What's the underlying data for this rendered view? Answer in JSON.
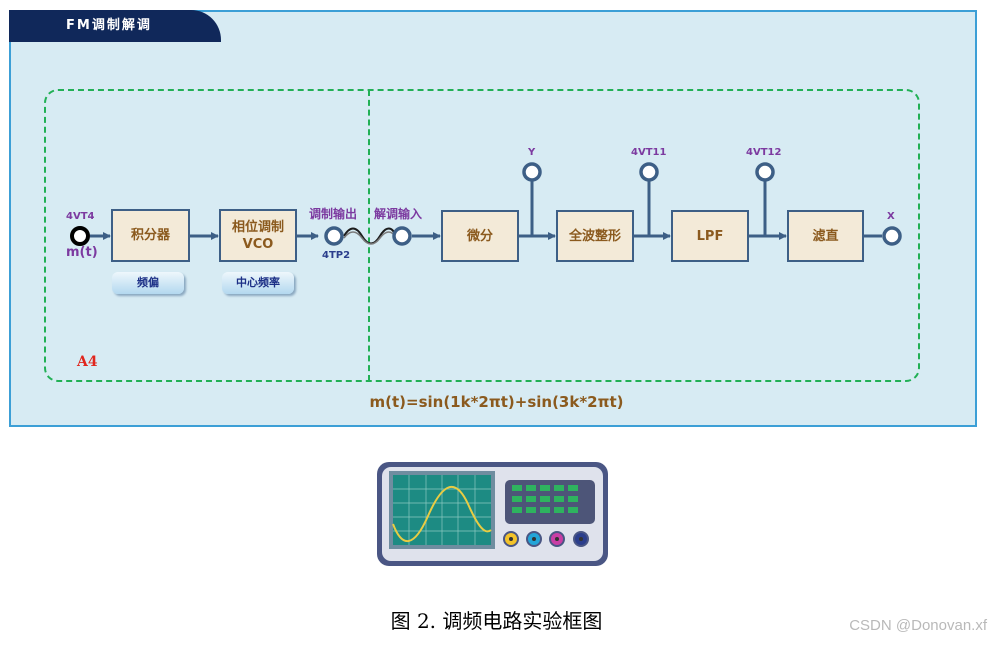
{
  "panel": {
    "title": "FM调制解调",
    "module_label": "A4",
    "formula": "m(t)=sin(1k*2πt)+sin(3k*2πt)"
  },
  "blocks": {
    "integrator": "积分器",
    "vco_line1": "相位调制",
    "vco_line2": "VCO",
    "differentiator": "微分",
    "rectifier": "全波整形",
    "lpf": "LPF",
    "dc_block": "滤直"
  },
  "buttons": {
    "freq_dev": "频偏",
    "center_freq": "中心频率"
  },
  "labels": {
    "input_tp": "4VT4",
    "input_signal": "m(t)",
    "mod_out": "调制输出",
    "demod_in": "解调输入",
    "tp2": "4TP2",
    "tp_y": "Y",
    "tp_11": "4VT11",
    "tp_12": "4VT12",
    "tp_x": "X"
  },
  "caption": "图 2. 调频电路实验框图",
  "watermark": "CSDN @Donovan.xf",
  "colors": {
    "panel_bg": "#d7ebf3",
    "panel_border": "#3c9fd6",
    "title_bg": "#10285a",
    "dashed_border": "#21b055",
    "wire": "#3d5f86",
    "block_text": "#8b5a1e",
    "label_purple": "#7c3aa0",
    "module_red": "#e0261d"
  }
}
